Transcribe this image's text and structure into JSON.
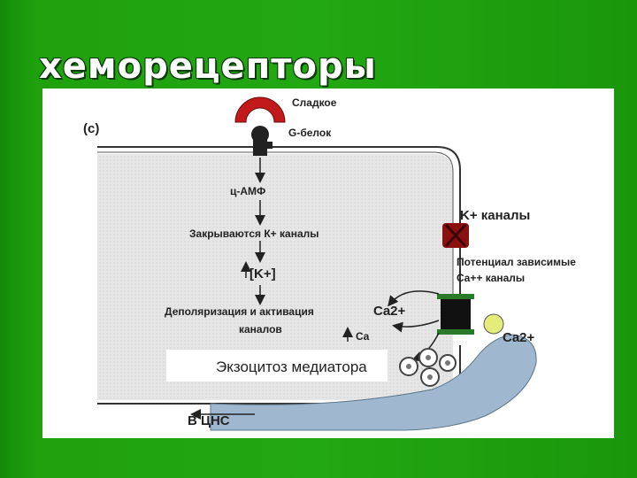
{
  "title": "хеморецепторы",
  "diagram": {
    "panel_letter": "(c)",
    "sweet": "Сладкое",
    "g_protein": "G-белок",
    "camp": "ц-АМФ",
    "k_close": "Закрываются К+ каналы",
    "k_conc": "[K+]",
    "depol_line1": "Деполяризация и активация",
    "depol_line2": "каналов",
    "ca_left": "Ca2+",
    "ca_small": "Ca",
    "ca_right": "Ca2+",
    "k_channels": "K+ каналы",
    "ca_channels_line1": "Потенциал зависимые",
    "ca_channels_line2": "Ca++ каналы",
    "exocytosis": "Экзоцитоз медиатора",
    "cns": "В ЦНС"
  }
}
